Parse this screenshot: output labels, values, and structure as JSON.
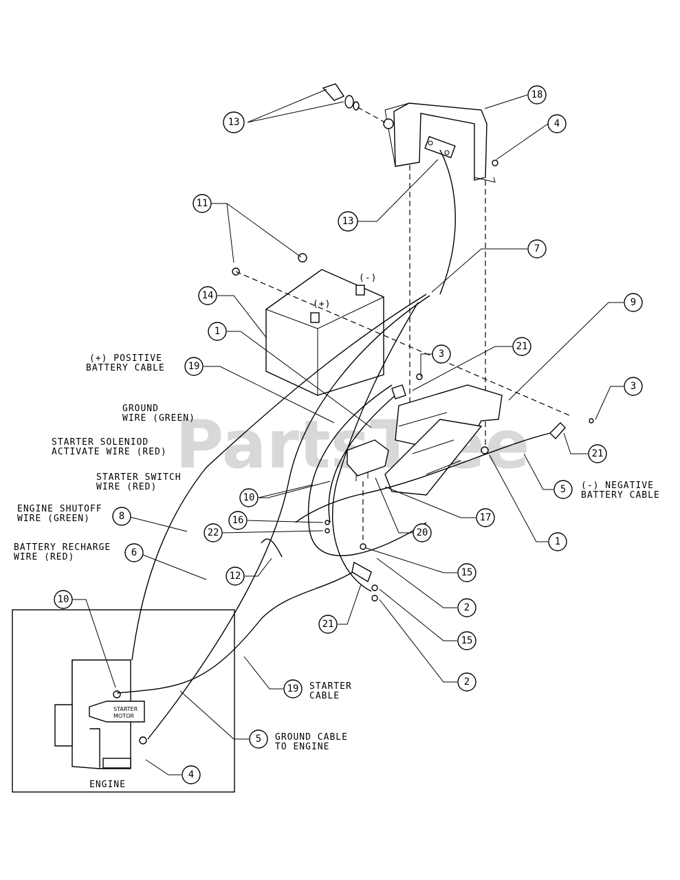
{
  "watermark": "PartsTree",
  "labels": {
    "positive_cable": [
      "(+) POSITIVE",
      "BATTERY CABLE"
    ],
    "ground_wire": [
      "GROUND",
      "WIRE (GREEN)"
    ],
    "solenoid_wire": [
      "STARTER SOLENIOD",
      "ACTIVATE WIRE (RED)"
    ],
    "starter_switch_wire": [
      "STARTER SWITCH",
      "WIRE (RED)"
    ],
    "engine_shutoff_wire": [
      "ENGINE SHUTOFF",
      "WIRE (GREEN)"
    ],
    "battery_recharge_wire": [
      "BATTERY RECHARGE",
      "WIRE (RED)"
    ],
    "negative_cable": [
      "(-) NEGATIVE",
      "BATTERY CABLE"
    ],
    "starter_cable": [
      "STARTER",
      "CABLE"
    ],
    "ground_cable_engine": [
      "GROUND CABLE",
      "TO ENGINE"
    ],
    "engine": "ENGINE",
    "starter_motor": [
      "STARTER",
      "MOTOR"
    ],
    "battery_pos": "(+)",
    "battery_neg": "(-)"
  },
  "callouts": [
    "18",
    "4",
    "13",
    "13",
    "11",
    "7",
    "14",
    "1",
    "9",
    "21",
    "3",
    "3",
    "19",
    "21",
    "5",
    "10",
    "1",
    "16",
    "22",
    "17",
    "20",
    "12",
    "15",
    "2",
    "21",
    "15",
    "2",
    "19",
    "10",
    "5",
    "4",
    "8",
    "6"
  ]
}
